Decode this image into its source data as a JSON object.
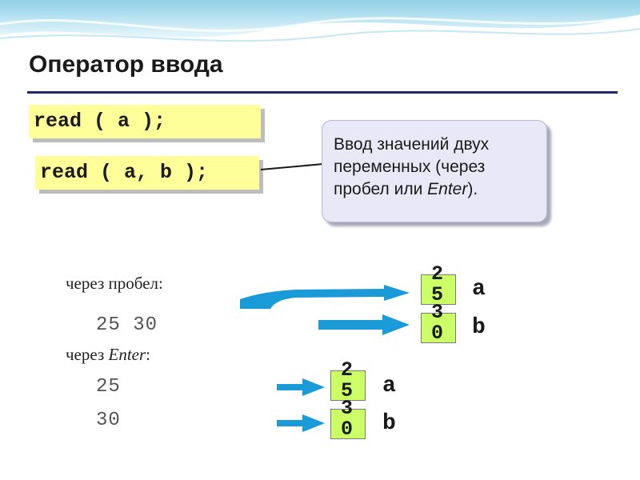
{
  "slide": {
    "title": "Оператор ввода",
    "code_line1": "read ( a );",
    "code_line2": "read ( a, b );",
    "callout": {
      "line1": "Ввод значений двух",
      "line2": "переменных (через",
      "line3_before": "пробел или ",
      "line3_italic": "Enter",
      "line3_after": ")."
    }
  },
  "example_space": {
    "label": "через пробел:",
    "input": "25 30",
    "vars": [
      {
        "name": "a",
        "value": "25"
      },
      {
        "name": "b",
        "value": "30"
      }
    ]
  },
  "example_enter": {
    "label_prefix": "через ",
    "label_italic": "Enter",
    "label_suffix": ":",
    "input_line1": "25",
    "input_line2": "30",
    "vars": [
      {
        "name": "a",
        "value": "25"
      },
      {
        "name": "b",
        "value": "30"
      }
    ]
  },
  "colors": {
    "code_bg": "#ffff99",
    "cell_bg": "#ccff66",
    "arrow": "#1a9ad6",
    "title_rule": "#1f2a6b",
    "callout_bg": "#e8e8f6"
  }
}
